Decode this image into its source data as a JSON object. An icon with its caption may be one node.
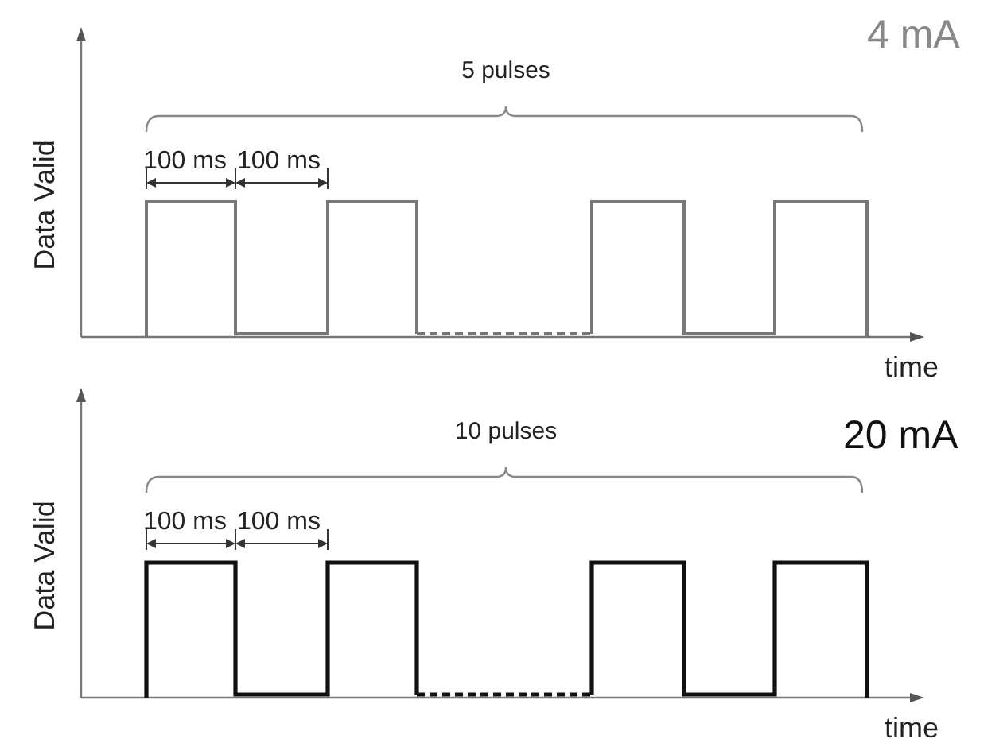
{
  "diagram": {
    "labels": [
      "4 mA",
      "5 pulses",
      "Data Valid",
      "100 ms",
      "100 ms",
      "time",
      "10 pulses",
      "20 mA",
      "Data Valid",
      "100 ms",
      "100 ms",
      "time"
    ]
  }
}
